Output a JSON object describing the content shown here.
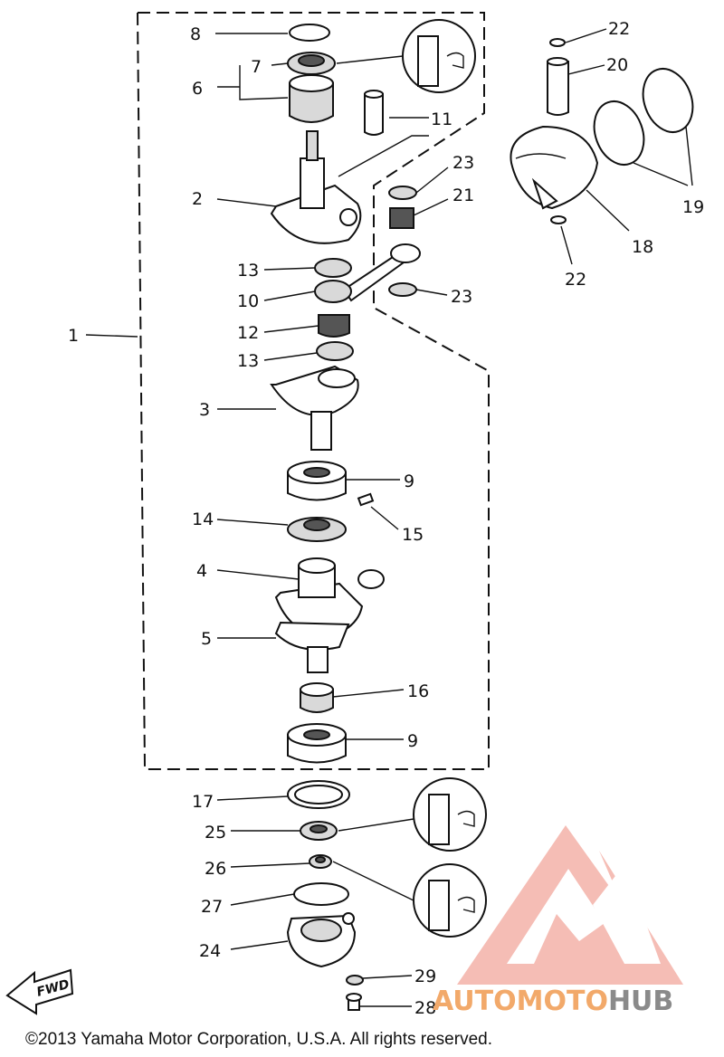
{
  "labels": {
    "p1": "1",
    "p2": "2",
    "p3": "3",
    "p4": "4",
    "p5": "5",
    "p6": "6",
    "p7": "7",
    "p8": "8",
    "p9a": "9",
    "p9b": "9",
    "p10": "10",
    "p11": "11",
    "p12": "12",
    "p13a": "13",
    "p13b": "13",
    "p14": "14",
    "p15": "15",
    "p16": "16",
    "p17": "17",
    "p18": "18",
    "p19": "19",
    "p20": "20",
    "p21": "21",
    "p22a": "22",
    "p22b": "22",
    "p23a": "23",
    "p23b": "23",
    "p24": "24",
    "p25": "25",
    "p26": "26",
    "p27": "27",
    "p28": "28",
    "p29": "29"
  },
  "fwd_label": "FWD",
  "copyright": "©2013 Yamaha Motor Corporation, U.S.A. All rights reserved.",
  "watermark": {
    "part1": "AUTOMOTO",
    "part2": "HUB",
    "color_main": "#f4b6ad",
    "color_text1": "#f2a96a",
    "color_text2": "#8a8a8a"
  }
}
